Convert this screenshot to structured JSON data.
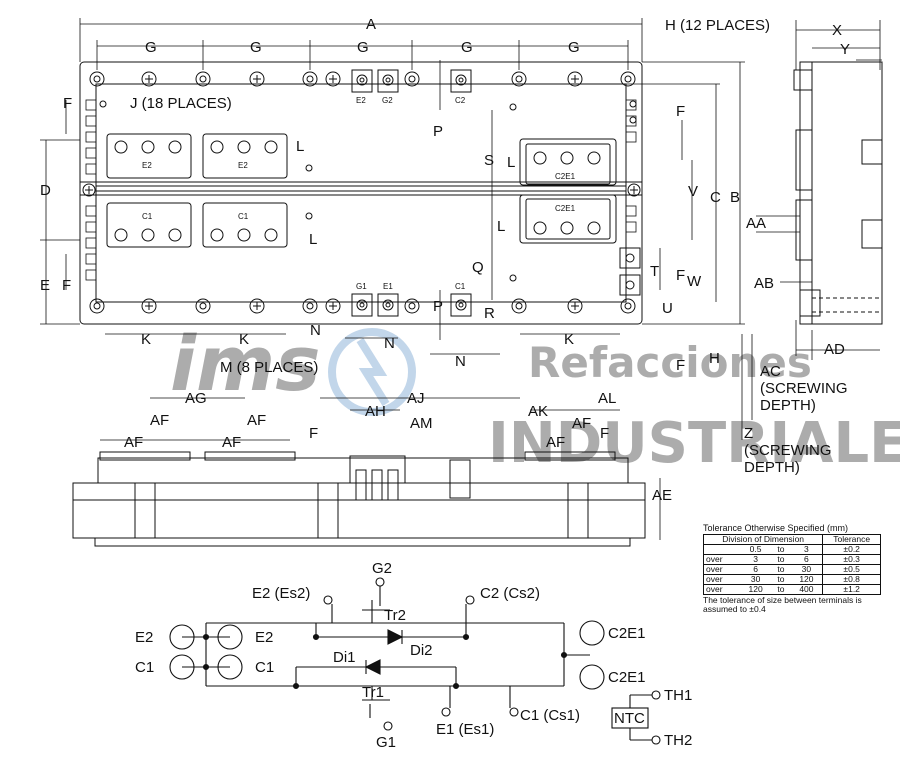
{
  "dimensions": {
    "A": "A",
    "B": "B",
    "C": "C",
    "D": "D",
    "E": "E",
    "F": "F",
    "G": "G",
    "H": "H",
    "J": "J",
    "K": "K",
    "L": "L",
    "M": "M",
    "N": "N",
    "P": "P",
    "Q": "Q",
    "R": "R",
    "S": "S",
    "T": "T",
    "U": "U",
    "V": "V",
    "W": "W",
    "X": "X",
    "Y": "Y",
    "Z": "Z",
    "AA": "AA",
    "AB": "AB",
    "AC": "AC",
    "AD": "AD",
    "AE": "AE",
    "AF": "AF",
    "AG": "AG",
    "AH": "AH",
    "AJ": "AJ",
    "AK": "AK",
    "AL": "AL",
    "AM": "AM"
  },
  "callouts": {
    "h_places": "H (12 PLACES)",
    "j_places": "J (18 PLACES)",
    "m_places": "M (8 PLACES)",
    "ac_1": "AC",
    "ac_2": "(SCREWING",
    "ac_3": "DEPTH)",
    "z_1": "Z",
    "z_2": "(SCREWING",
    "z_3": "DEPTH)"
  },
  "top_view_labels": {
    "e2_term": "E2",
    "g2_term": "G2",
    "c2_term": "C2",
    "g1_term": "G1",
    "e1_term": "E1",
    "c1_term": "C1",
    "e2_block_a": "E2",
    "e2_block_b": "E2",
    "c1_block_a": "C1",
    "c1_block_b": "C1",
    "c2e1_top": "C2E1",
    "c2e1_bottom": "C2E1"
  },
  "schematic": {
    "g2": "G2",
    "e2_es2": "E2 (Es2)",
    "c2_cs2": "C2 (Cs2)",
    "tr2": "Tr2",
    "di2": "Di2",
    "di1": "Di1",
    "tr1": "Tr1",
    "e2_left": "E2",
    "e2_right": "E2",
    "c1_left": "C1",
    "c1_right": "C1",
    "c2e1_top": "C2E1",
    "c2e1_bottom": "C2E1",
    "g1": "G1",
    "e1_es1": "E1 (Es1)",
    "c1_cs1": "C1 (Cs1)",
    "th1": "TH1",
    "th2": "TH2",
    "ntc": "NTC"
  },
  "tolerance_table": {
    "title": "Tolerance Otherwise Specified (mm)",
    "header_division": "Division of Dimension",
    "header_tolerance": "Tolerance",
    "rows": [
      {
        "prefix": "",
        "from": "0.5",
        "to": "to",
        "end": "3",
        "tol": "±0.2"
      },
      {
        "prefix": "over",
        "from": "3",
        "to": "to",
        "end": "6",
        "tol": "±0.3"
      },
      {
        "prefix": "over",
        "from": "6",
        "to": "to",
        "end": "30",
        "tol": "±0.5"
      },
      {
        "prefix": "over",
        "from": "30",
        "to": "to",
        "end": "120",
        "tol": "±0.8"
      },
      {
        "prefix": "over",
        "from": "120",
        "to": "to",
        "end": "400",
        "tol": "±1.2"
      }
    ],
    "note": "The tolerance of size between terminals is assumed to ±0.4"
  },
  "watermark": {
    "logo_text": "ims",
    "line1": "Refacciones",
    "line2": "INDUSTRIALES"
  }
}
